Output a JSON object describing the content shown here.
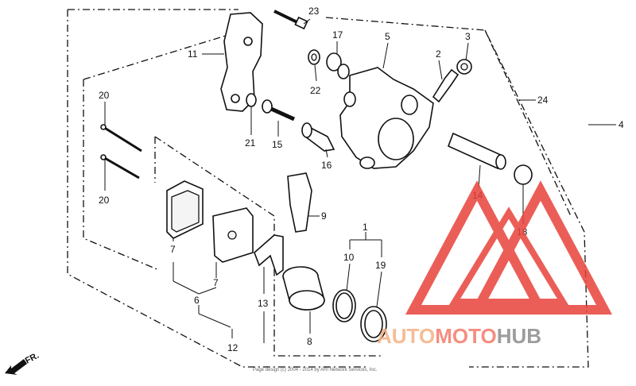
{
  "callouts": [
    {
      "id": "c23",
      "label": "23"
    },
    {
      "id": "c17",
      "label": "17"
    },
    {
      "id": "c5",
      "label": "5"
    },
    {
      "id": "c3",
      "label": "3"
    },
    {
      "id": "c11",
      "label": "11"
    },
    {
      "id": "c2",
      "label": "2"
    },
    {
      "id": "c22",
      "label": "22"
    },
    {
      "id": "c24",
      "label": "24"
    },
    {
      "id": "c4",
      "label": "4"
    },
    {
      "id": "c20a",
      "label": "20"
    },
    {
      "id": "c21",
      "label": "21"
    },
    {
      "id": "c15",
      "label": "15"
    },
    {
      "id": "c16",
      "label": "16"
    },
    {
      "id": "c20b",
      "label": "20"
    },
    {
      "id": "c14",
      "label": "14"
    },
    {
      "id": "c9",
      "label": "9"
    },
    {
      "id": "c18",
      "label": "18"
    },
    {
      "id": "c1",
      "label": "1"
    },
    {
      "id": "c7a",
      "label": "7"
    },
    {
      "id": "c10",
      "label": "10"
    },
    {
      "id": "c19",
      "label": "19"
    },
    {
      "id": "c7b",
      "label": "7"
    },
    {
      "id": "c6",
      "label": "6"
    },
    {
      "id": "c13",
      "label": "13"
    },
    {
      "id": "c8",
      "label": "8"
    },
    {
      "id": "c12",
      "label": "12"
    }
  ],
  "watermark": {
    "part1": "AUTO",
    "part2": "MOTO",
    "part3": "HUB",
    "color1": "#f5b183",
    "color2": "#f47a6b",
    "color3": "#8c8c8c",
    "logo_color": "#e8423a"
  },
  "copyright": "Page design (c) 2004 - 2014 by ARI Network Services, Inc.",
  "direction_label": "FR."
}
